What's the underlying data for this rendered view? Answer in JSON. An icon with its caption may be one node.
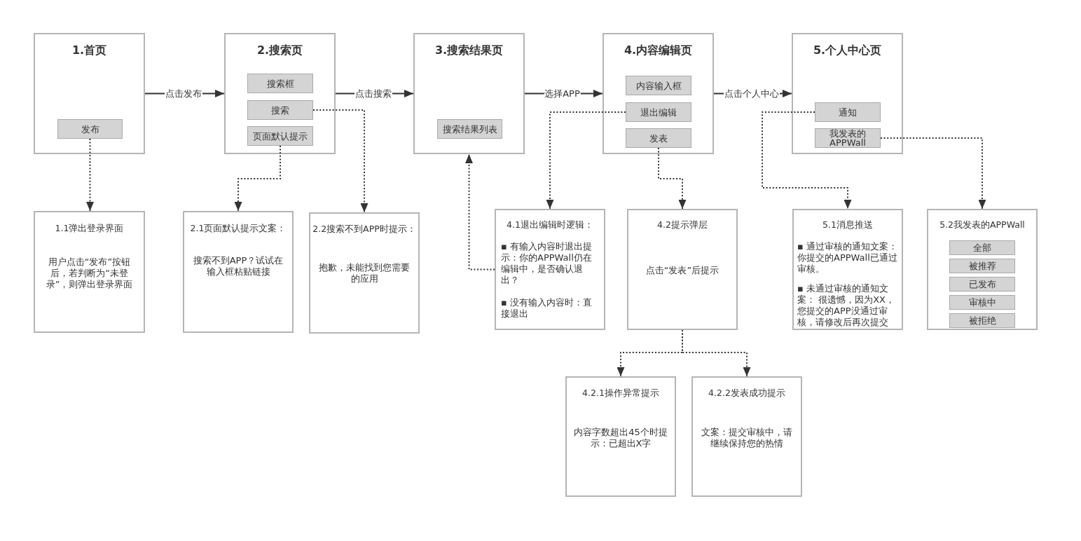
{
  "diagram": {
    "nodes": [
      {
        "text": [
          "1.首页"
        ]
      },
      {
        "text": [
          "发布"
        ],
        "in": 0
      },
      {
        "text": [
          "2.搜索页"
        ]
      },
      {
        "text": [
          "搜索框"
        ],
        "in": 2
      },
      {
        "text": [
          "搜索"
        ],
        "in": 2
      },
      {
        "text": [
          "页面默认提示"
        ],
        "in": 2
      },
      {
        "text": [
          "3.搜索结果页"
        ]
      },
      {
        "text": [
          "搜索结果列表"
        ],
        "in": 6
      },
      {
        "text": [
          "4.内容编辑页"
        ]
      },
      {
        "text": [
          "内容输入框"
        ],
        "in": 8
      },
      {
        "text": [
          "退出编辑"
        ],
        "in": 8
      },
      {
        "text": [
          "发表"
        ],
        "in": 8
      },
      {
        "text": [
          "5.个人中心页"
        ]
      },
      {
        "text": [
          "通知"
        ],
        "in": 12
      },
      {
        "text": [
          "我发表的APPWall"
        ],
        "in": 12
      },
      {
        "text": [
          "1.1弹出登录界面",
          "用户点击“发布”按钮后，若判断为“未登录”，则弹出登录界面"
        ]
      },
      {
        "text": [
          "2.1页面默认提示文案：",
          "搜索不到APP？试试在输入框粘贴链接"
        ]
      },
      {
        "text": [
          "2.2搜索不到APP时提示：",
          "抱歉，未能找到您需要的应用"
        ]
      },
      {
        "text": [
          "4.1退出编辑时逻辑：",
          "▪ 有输入内容时退出提示：你的APPWall仍在编辑中，是否确认退出？",
          "▪ 没有输入内容时：直接退出"
        ]
      },
      {
        "text": [
          "4.2提示弹层",
          "点击“发表”后提示"
        ]
      },
      {
        "text": [
          "5.1消息推送",
          "▪ 通过审核的通知文案：你提交的APPWall已通过审核。",
          "▪ 未通过审核的通知文案： 很遗憾，因为XX，您提交的APP没通过审核，请修改后再次提交"
        ]
      },
      {
        "text": [
          "5.2我发表的APPWall"
        ]
      },
      {
        "text": [
          "全部"
        ],
        "in": 21
      },
      {
        "text": [
          "被推荐"
        ],
        "in": 21
      },
      {
        "text": [
          "已发布"
        ],
        "in": 21
      },
      {
        "text": [
          "审核中"
        ],
        "in": 21
      },
      {
        "text": [
          "被拒绝"
        ],
        "in": 21
      },
      {
        "text": [
          "4.2.1操作异常提示",
          "内容字数超出45个时提示：已超出X字"
        ]
      },
      {
        "text": [
          "4.2.2发表成功提示",
          "文案：提交审核中，请继续保持您的热情"
        ]
      }
    ],
    "edges": [
      {
        "from": 0,
        "to": 2,
        "arrow": "to",
        "label": "点击发布"
      },
      {
        "from": 2,
        "to": 6,
        "arrow": "to",
        "label": "点击搜索"
      },
      {
        "from": 6,
        "to": 8,
        "arrow": "to",
        "label": "选择APP"
      },
      {
        "from": 8,
        "to": 12,
        "arrow": "to",
        "label": "点击个人中心"
      },
      {
        "from": 1,
        "to": 15,
        "arrow": "to",
        "style": "dashed"
      },
      {
        "from": 5,
        "to": 16,
        "arrow": "to",
        "style": "dashed"
      },
      {
        "from": 4,
        "to": 17,
        "arrow": "to",
        "style": "dashed"
      },
      {
        "from": 18,
        "to": 6,
        "arrow": "to",
        "style": "dashed"
      },
      {
        "from": 10,
        "to": 18,
        "arrow": "to",
        "style": "dashed"
      },
      {
        "from": 11,
        "to": 19,
        "arrow": "to",
        "style": "dashed"
      },
      {
        "from": 13,
        "to": 20,
        "arrow": "to",
        "style": "dashed"
      },
      {
        "from": 14,
        "to": 21,
        "arrow": "to",
        "style": "dashed"
      },
      {
        "from": 19,
        "to": 27,
        "arrow": "to",
        "style": "dashed"
      },
      {
        "from": 19,
        "to": 28,
        "arrow": "to",
        "style": "dashed"
      }
    ]
  }
}
